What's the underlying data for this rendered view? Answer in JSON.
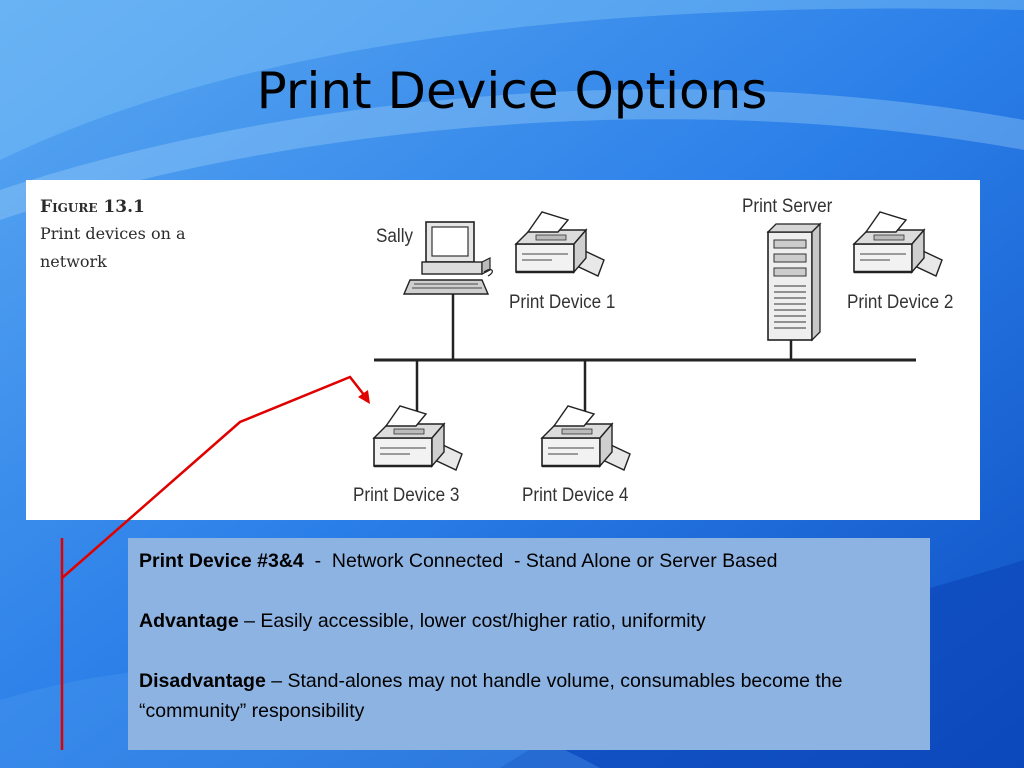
{
  "slide": {
    "title": "Print Device Options"
  },
  "figure": {
    "number": "Figure 13.1",
    "description": "Print devices on a network",
    "labels": {
      "sally": "Sally",
      "print_server": "Print Server",
      "print_device_1": "Print Device 1",
      "print_device_2": "Print Device 2",
      "print_device_3": "Print Device 3",
      "print_device_4": "Print Device 4"
    }
  },
  "info_box": {
    "line1_bold": "Print Device #3&4",
    "line1_rest": "  -  Network Connected  - Stand Alone or Server Based",
    "advantage_label": "Advantage",
    "advantage_text": " – Easily accessible, lower cost/higher ratio, uniformity",
    "disadvantage_label": "Disadvantage",
    "disadvantage_text": " – Stand-alones may not handle volume, consumables become  the “community” responsibility"
  },
  "colors": {
    "background": "#1d6fe0",
    "panel": "#ffffff",
    "text_box": "#8db3e2",
    "annotation": "#e00000"
  }
}
